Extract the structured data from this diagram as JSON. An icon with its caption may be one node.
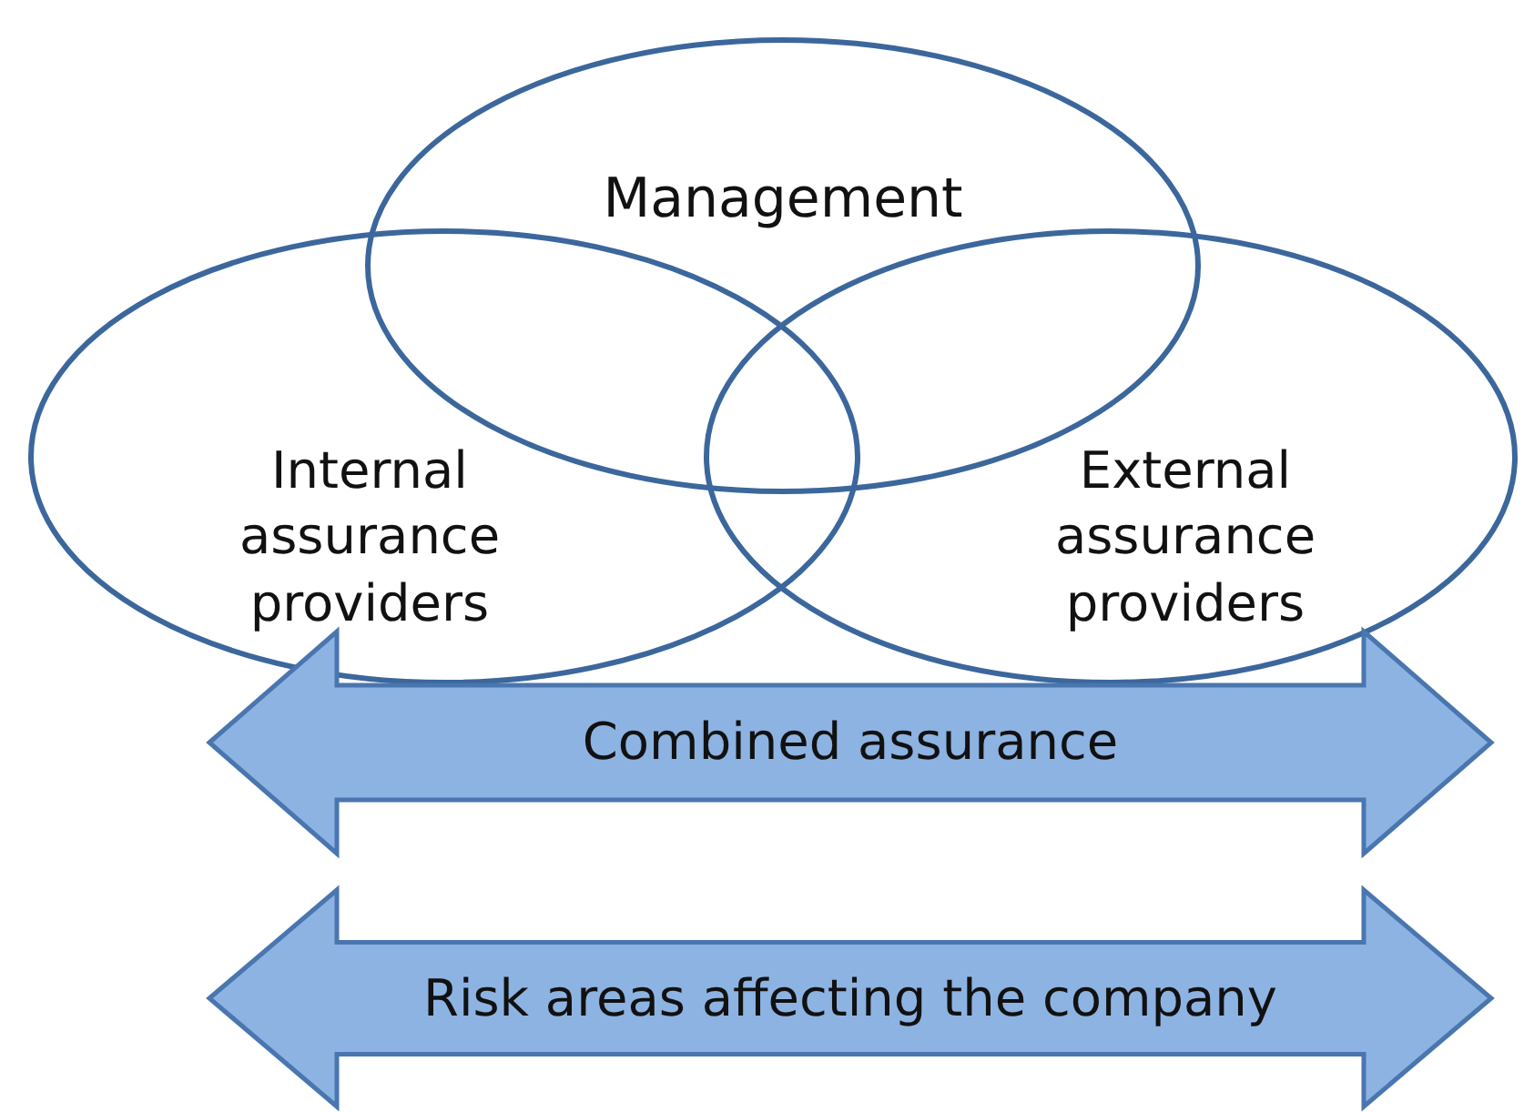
{
  "diagram": {
    "nodes": [
      {
        "text": [
          "Management"
        ]
      },
      {
        "text": [
          "Internal assurance providers"
        ]
      },
      {
        "text": [
          "External assurance providers"
        ]
      },
      {
        "text": [
          "Combined assurance"
        ]
      },
      {
        "text": [
          "Risk areas affecting the company"
        ]
      }
    ]
  }
}
